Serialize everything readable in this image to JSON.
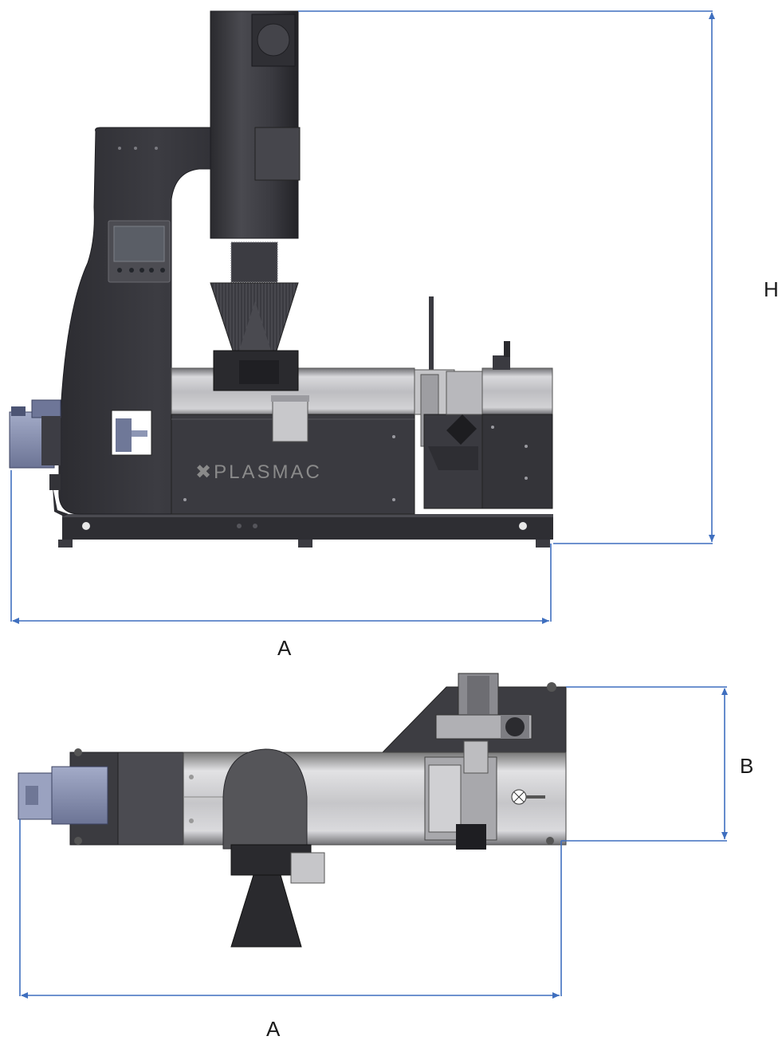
{
  "figure": {
    "colors": {
      "dimension_line": "#3f6fbf",
      "frame_dark": "#3a3a40",
      "frame_darker": "#2b2b30",
      "barrel_silver": "#c9c9cc",
      "motor_blue": "#8a93b2",
      "label": "#1a1a1a"
    },
    "side_view": {
      "logo_text": "✖PLASMAC",
      "dim_height_label": "H",
      "dim_length_label": "A"
    },
    "top_view": {
      "dim_width_label": "B",
      "dim_length_label": "A"
    }
  }
}
